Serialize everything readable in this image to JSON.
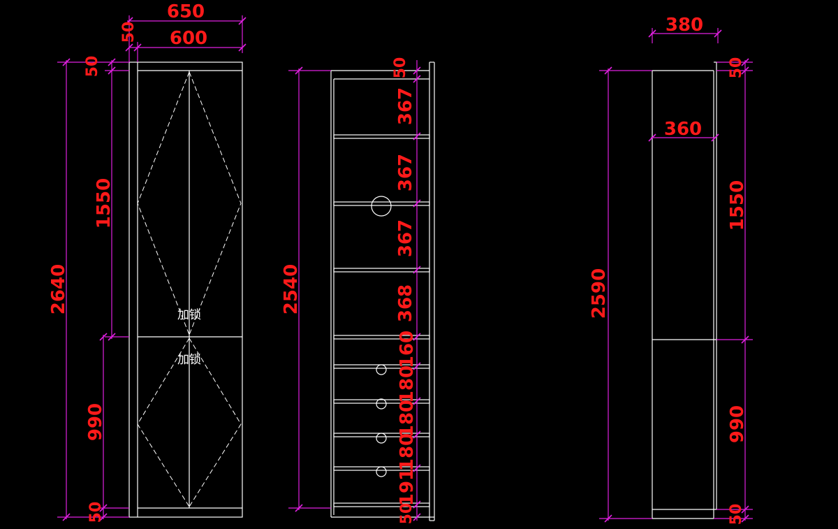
{
  "colors": {
    "background": "#000000",
    "geometry": "#ffffff",
    "dimension_line": "#e020e0",
    "dimension_text": "#ff1a1a"
  },
  "front_view": {
    "width_overall": "650",
    "width_inner": "600",
    "side_thickness": "50",
    "height_total": "2640",
    "top_thickness": "50",
    "upper_section": "1550",
    "lower_section": "990",
    "bottom_thickness": "50",
    "lock_label_upper": "加锁",
    "lock_label_lower": "加锁"
  },
  "section_view": {
    "height_total": "2540",
    "top_thickness": "50",
    "shelf_1": "367",
    "shelf_2": "367",
    "shelf_3": "367",
    "shelf_4": "368",
    "drawer_1": "160",
    "drawer_2": "180",
    "drawer_3": "180",
    "drawer_4": "180",
    "drawer_5": "191",
    "bottom_thickness": "50"
  },
  "side_view": {
    "depth_overall": "380",
    "depth_inner": "360",
    "height_total": "2590",
    "top_thickness": "50",
    "upper_section": "1550",
    "lower_section": "990",
    "bottom_thickness": "50"
  }
}
